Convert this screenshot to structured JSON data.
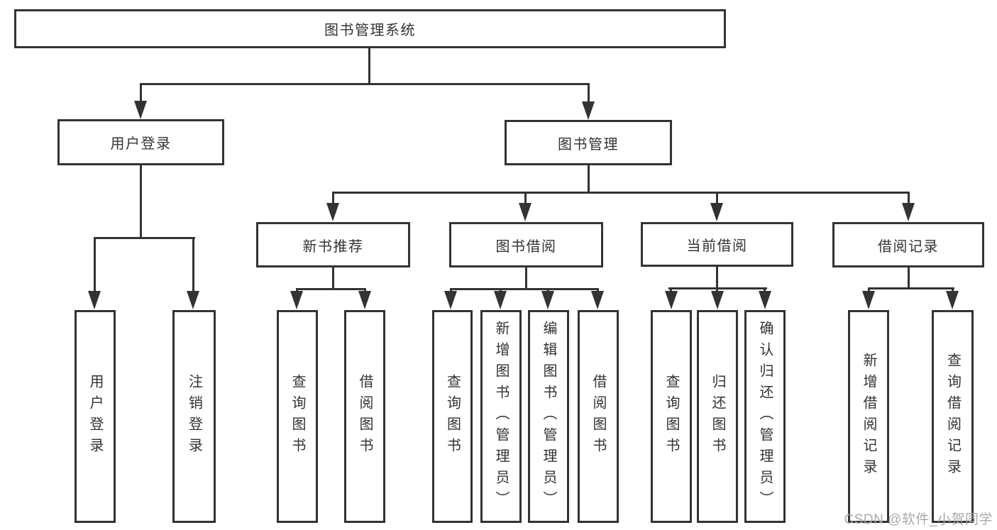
{
  "diagram_title": "图书管理系统",
  "tree": {
    "root": {
      "label": "图书管理系统"
    },
    "branches": [
      {
        "label": "用户登录",
        "children": [
          {
            "label": "用户登录"
          },
          {
            "label": "注销登录"
          }
        ]
      },
      {
        "label": "图书管理",
        "children": [
          {
            "label": "新书推荐",
            "children": [
              {
                "label": "查询图书"
              },
              {
                "label": "借阅图书"
              }
            ]
          },
          {
            "label": "图书借阅",
            "children": [
              {
                "label": "查询图书"
              },
              {
                "label": "新增图书（管理员）"
              },
              {
                "label": "编辑图书（管理员）"
              },
              {
                "label": "借阅图书"
              }
            ]
          },
          {
            "label": "当前借阅",
            "children": [
              {
                "label": "查询图书"
              },
              {
                "label": "归还图书"
              },
              {
                "label": "确认归还（管理员）"
              }
            ]
          },
          {
            "label": "借阅记录",
            "children": [
              {
                "label": "新增借阅记录"
              },
              {
                "label": "查询借阅记录"
              }
            ]
          }
        ]
      }
    ]
  },
  "watermark": {
    "text": "CSDN @软件_小贺同学"
  },
  "colors": {
    "line": "#333333",
    "text": "#333333",
    "box_background": "#ffffff",
    "page_background": "#ffffff",
    "watermark": "#a9a9a9"
  }
}
